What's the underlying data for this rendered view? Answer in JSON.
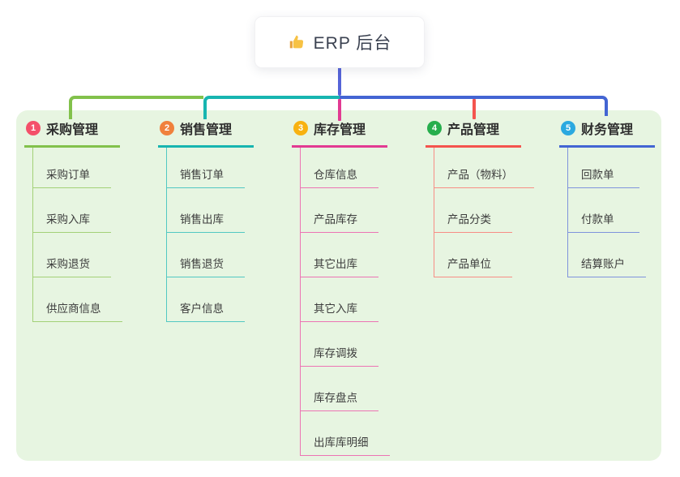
{
  "root": {
    "icon": "thumbs-up-icon",
    "label": "ERP 后台"
  },
  "branches": [
    {
      "num": "1",
      "title": "采购管理",
      "line_color": "#82c14b",
      "child_line_color": "#a3d177",
      "badge_color": "#f4506a",
      "children": [
        "采购订单",
        "采购入库",
        "采购退货",
        "供应商信息"
      ]
    },
    {
      "num": "2",
      "title": "销售管理",
      "line_color": "#17b5b0",
      "child_line_color": "#52c8c2",
      "badge_color": "#f0813c",
      "children": [
        "销售订单",
        "销售出库",
        "销售退货",
        "客户信息"
      ]
    },
    {
      "num": "3",
      "title": "库存管理",
      "line_color": "#e23a92",
      "child_line_color": "#ec74b4",
      "badge_color": "#f8b211",
      "children": [
        "仓库信息",
        "产品库存",
        "其它出库",
        "其它入库",
        "库存调拨",
        "库存盘点",
        "出库库明细"
      ]
    },
    {
      "num": "4",
      "title": "产品管理",
      "line_color": "#f4544e",
      "child_line_color": "#f78d85",
      "badge_color": "#27ae4d",
      "children": [
        "产品（物料）",
        "产品分类",
        "产品单位"
      ]
    },
    {
      "num": "5",
      "title": "财务管理",
      "line_color": "#4365d3",
      "child_line_color": "#7f93dc",
      "badge_color": "#2ba9e0",
      "children": [
        "回款单",
        "付款单",
        "结算账户"
      ]
    }
  ],
  "colors": {
    "page_bg": "#ffffff",
    "panel_bg": "#e7f5e1",
    "stem": "#5564d8",
    "connector_green": "#82c14b",
    "connector_teal": "#17b5b0",
    "connector_blue": "#4365d3",
    "connector_magenta": "#e23a92",
    "connector_red": "#f4544e",
    "icon_yellow": "#f7c244"
  }
}
